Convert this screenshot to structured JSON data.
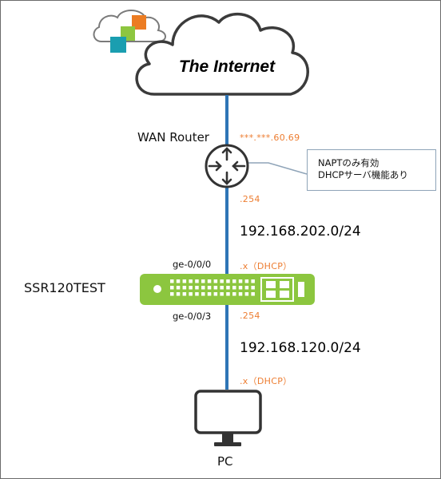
{
  "internet": {
    "label": "The Internet"
  },
  "wan_router": {
    "name": "WAN Router",
    "ip_wan": "***.***.60.69",
    "ip_lan": ".254",
    "note_line1": "NAPTのみ有効",
    "note_line2": "DHCPサーバ機能あり"
  },
  "network_upper": {
    "cidr": "192.168.202.0/24"
  },
  "ssr": {
    "name": "SSR120TEST",
    "port_upper": "ge-0/0/0",
    "port_upper_ip": ".x（DHCP）",
    "port_lower": "ge-0/0/3",
    "port_lower_ip": ".254"
  },
  "network_lower": {
    "cidr": "192.168.120.0/24"
  },
  "pc": {
    "ip": ".x（DHCP）",
    "name": "PC"
  },
  "colors": {
    "link": "#2e75b6",
    "ip_text": "#ed7d31",
    "device_green": "#8cc63f",
    "callout_border": "#8fa4b8"
  }
}
